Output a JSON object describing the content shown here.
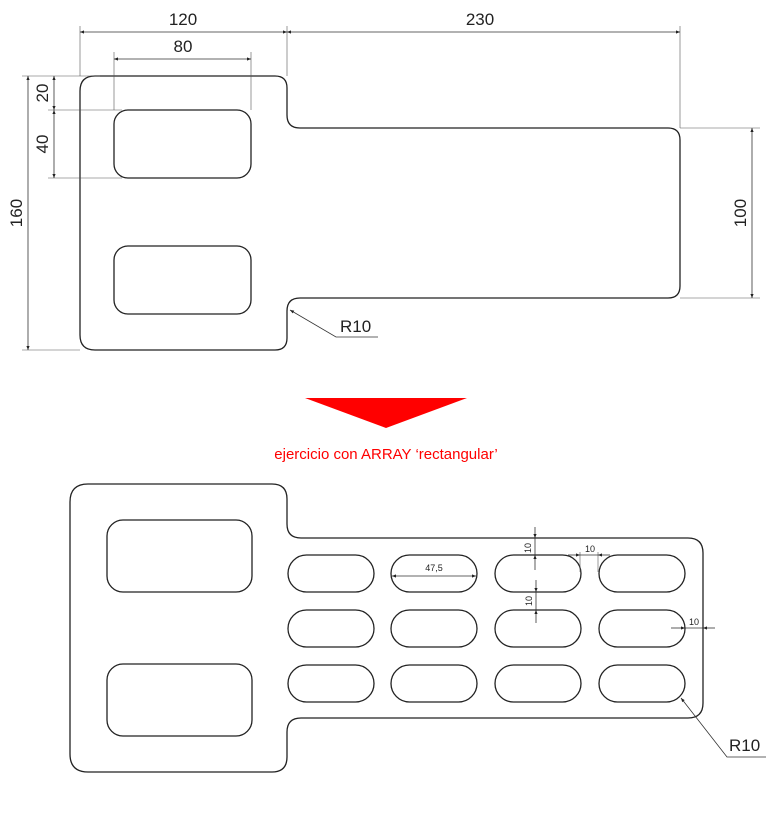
{
  "top_drawing": {
    "dims": {
      "width_left": "120",
      "width_right": "230",
      "hole_width": "80",
      "height_total": "160",
      "hole_offset": "20",
      "hole_height": "40",
      "height_right": "100",
      "radius": "R10"
    }
  },
  "arrow_color": "#ff0000",
  "title": "ejercicio con ARRAY ‘rectangular’",
  "bottom_drawing": {
    "array": {
      "rows": 3,
      "columns": 4
    },
    "dims": {
      "slot_length": "47,5",
      "edge_gap_top": "10",
      "row_gap": "10",
      "column_gap": "10",
      "edge_gap_right": "10",
      "radius": "R10"
    }
  }
}
